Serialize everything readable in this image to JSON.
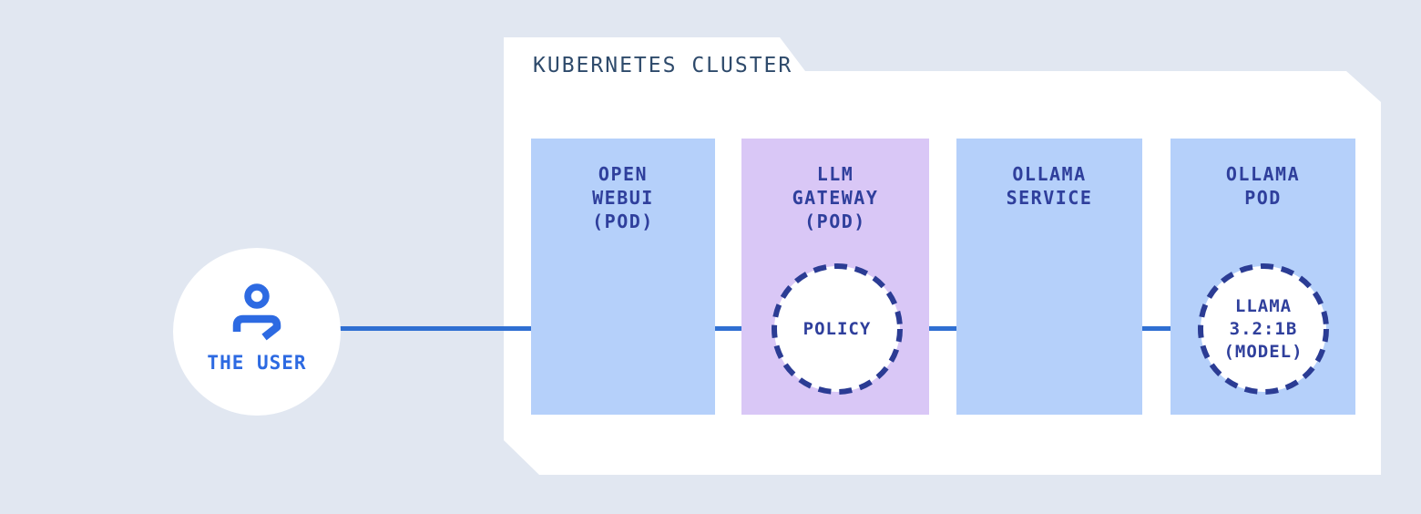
{
  "colors": {
    "background": "#e1e7f1",
    "panel": "#ffffff",
    "node_blue": "#b5d0fa",
    "node_purple": "#d9c7f6",
    "node_text": "#2f3f9c",
    "cluster_label": "#2e4a6b",
    "dashed_border": "#2b3c94",
    "connector": "#2f6fd2",
    "user_accent": "#2d6ae2"
  },
  "cluster": {
    "label": "KUBERNETES CLUSTER"
  },
  "user": {
    "label": "THE USER",
    "icon": "person-icon"
  },
  "nodes": [
    {
      "id": "open-webui-pod",
      "fill": "blue",
      "lines": [
        "OPEN",
        "WEBUI",
        "(POD)"
      ]
    },
    {
      "id": "llm-gateway-pod",
      "fill": "purple",
      "lines": [
        "LLM",
        "GATEWAY",
        "(POD)"
      ],
      "badge": {
        "lines": [
          "POLICY"
        ]
      }
    },
    {
      "id": "ollama-service",
      "fill": "blue",
      "lines": [
        "OLLAMA",
        "SERVICE"
      ]
    },
    {
      "id": "ollama-pod",
      "fill": "blue",
      "lines": [
        "OLLAMA",
        "POD"
      ],
      "badge": {
        "lines": [
          "LLAMA",
          "3.2:1B",
          "(MODEL)"
        ]
      }
    }
  ],
  "connections": [
    {
      "from": "the-user",
      "to": "open-webui-pod"
    },
    {
      "from": "open-webui-pod",
      "to": "llm-gateway-pod"
    },
    {
      "from": "llm-gateway-pod",
      "to": "ollama-service"
    },
    {
      "from": "ollama-service",
      "to": "ollama-pod"
    }
  ]
}
